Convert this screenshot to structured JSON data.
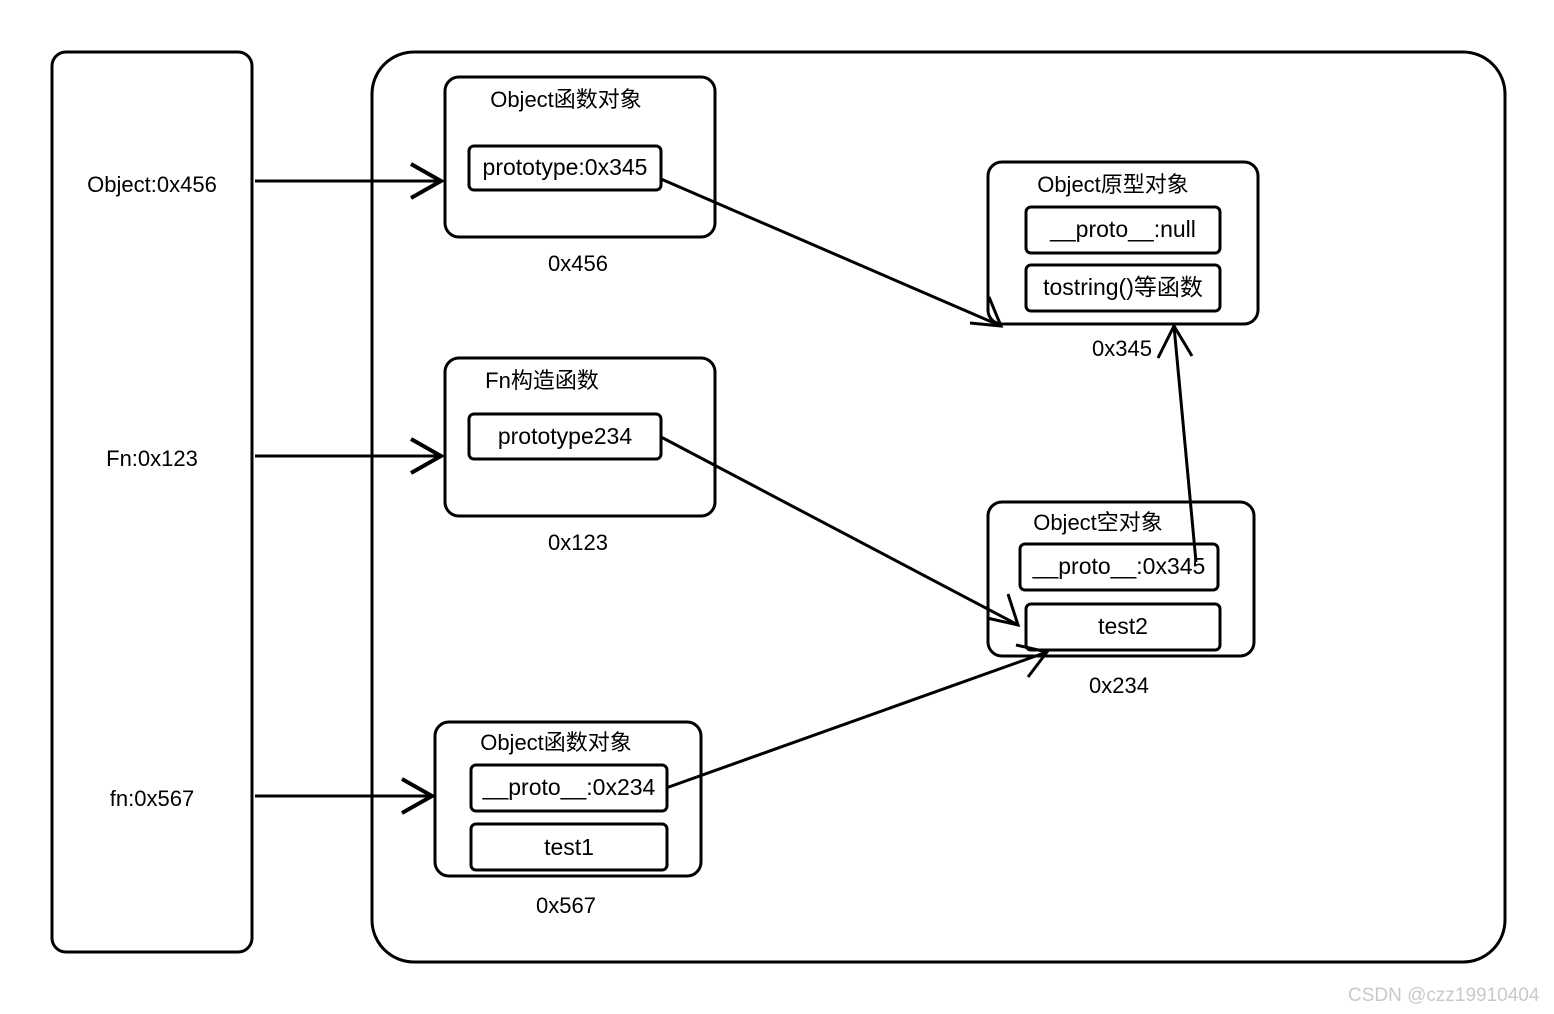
{
  "diagram": {
    "title_watermark": "CSDN @czz19910404",
    "left_panel": {
      "name": "variable-scope-panel",
      "entries": [
        {
          "label": "Object:0x456"
        },
        {
          "label": "Fn:0x123"
        },
        {
          "label": "fn:0x567"
        }
      ]
    },
    "heap_panel": {
      "name": "heap-memory-panel",
      "objects": [
        {
          "id": "object-function-object",
          "title": "Object函数对象",
          "address": "0x456",
          "fields": [
            "prototype:0x345"
          ]
        },
        {
          "id": "fn-constructor",
          "title": "Fn构造函数",
          "address": "0x123",
          "fields": [
            "prototype234"
          ]
        },
        {
          "id": "object-prototype-object",
          "title": "Object原型对象",
          "address": "0x345",
          "fields": [
            "__proto__:null",
            "tostring()等函数"
          ]
        },
        {
          "id": "object-empty-object",
          "title": "Object空对象",
          "address": "0x234",
          "fields": [
            "__proto__:0x345",
            "test2"
          ]
        },
        {
          "id": "fn-instance-object",
          "title": "Object函数对象",
          "address": "0x567",
          "fields": [
            "__proto__:0x234",
            "test1"
          ]
        }
      ]
    },
    "colors": {
      "stroke": "#000000",
      "background": "#ffffff",
      "watermark": "#c9c9c9"
    }
  }
}
